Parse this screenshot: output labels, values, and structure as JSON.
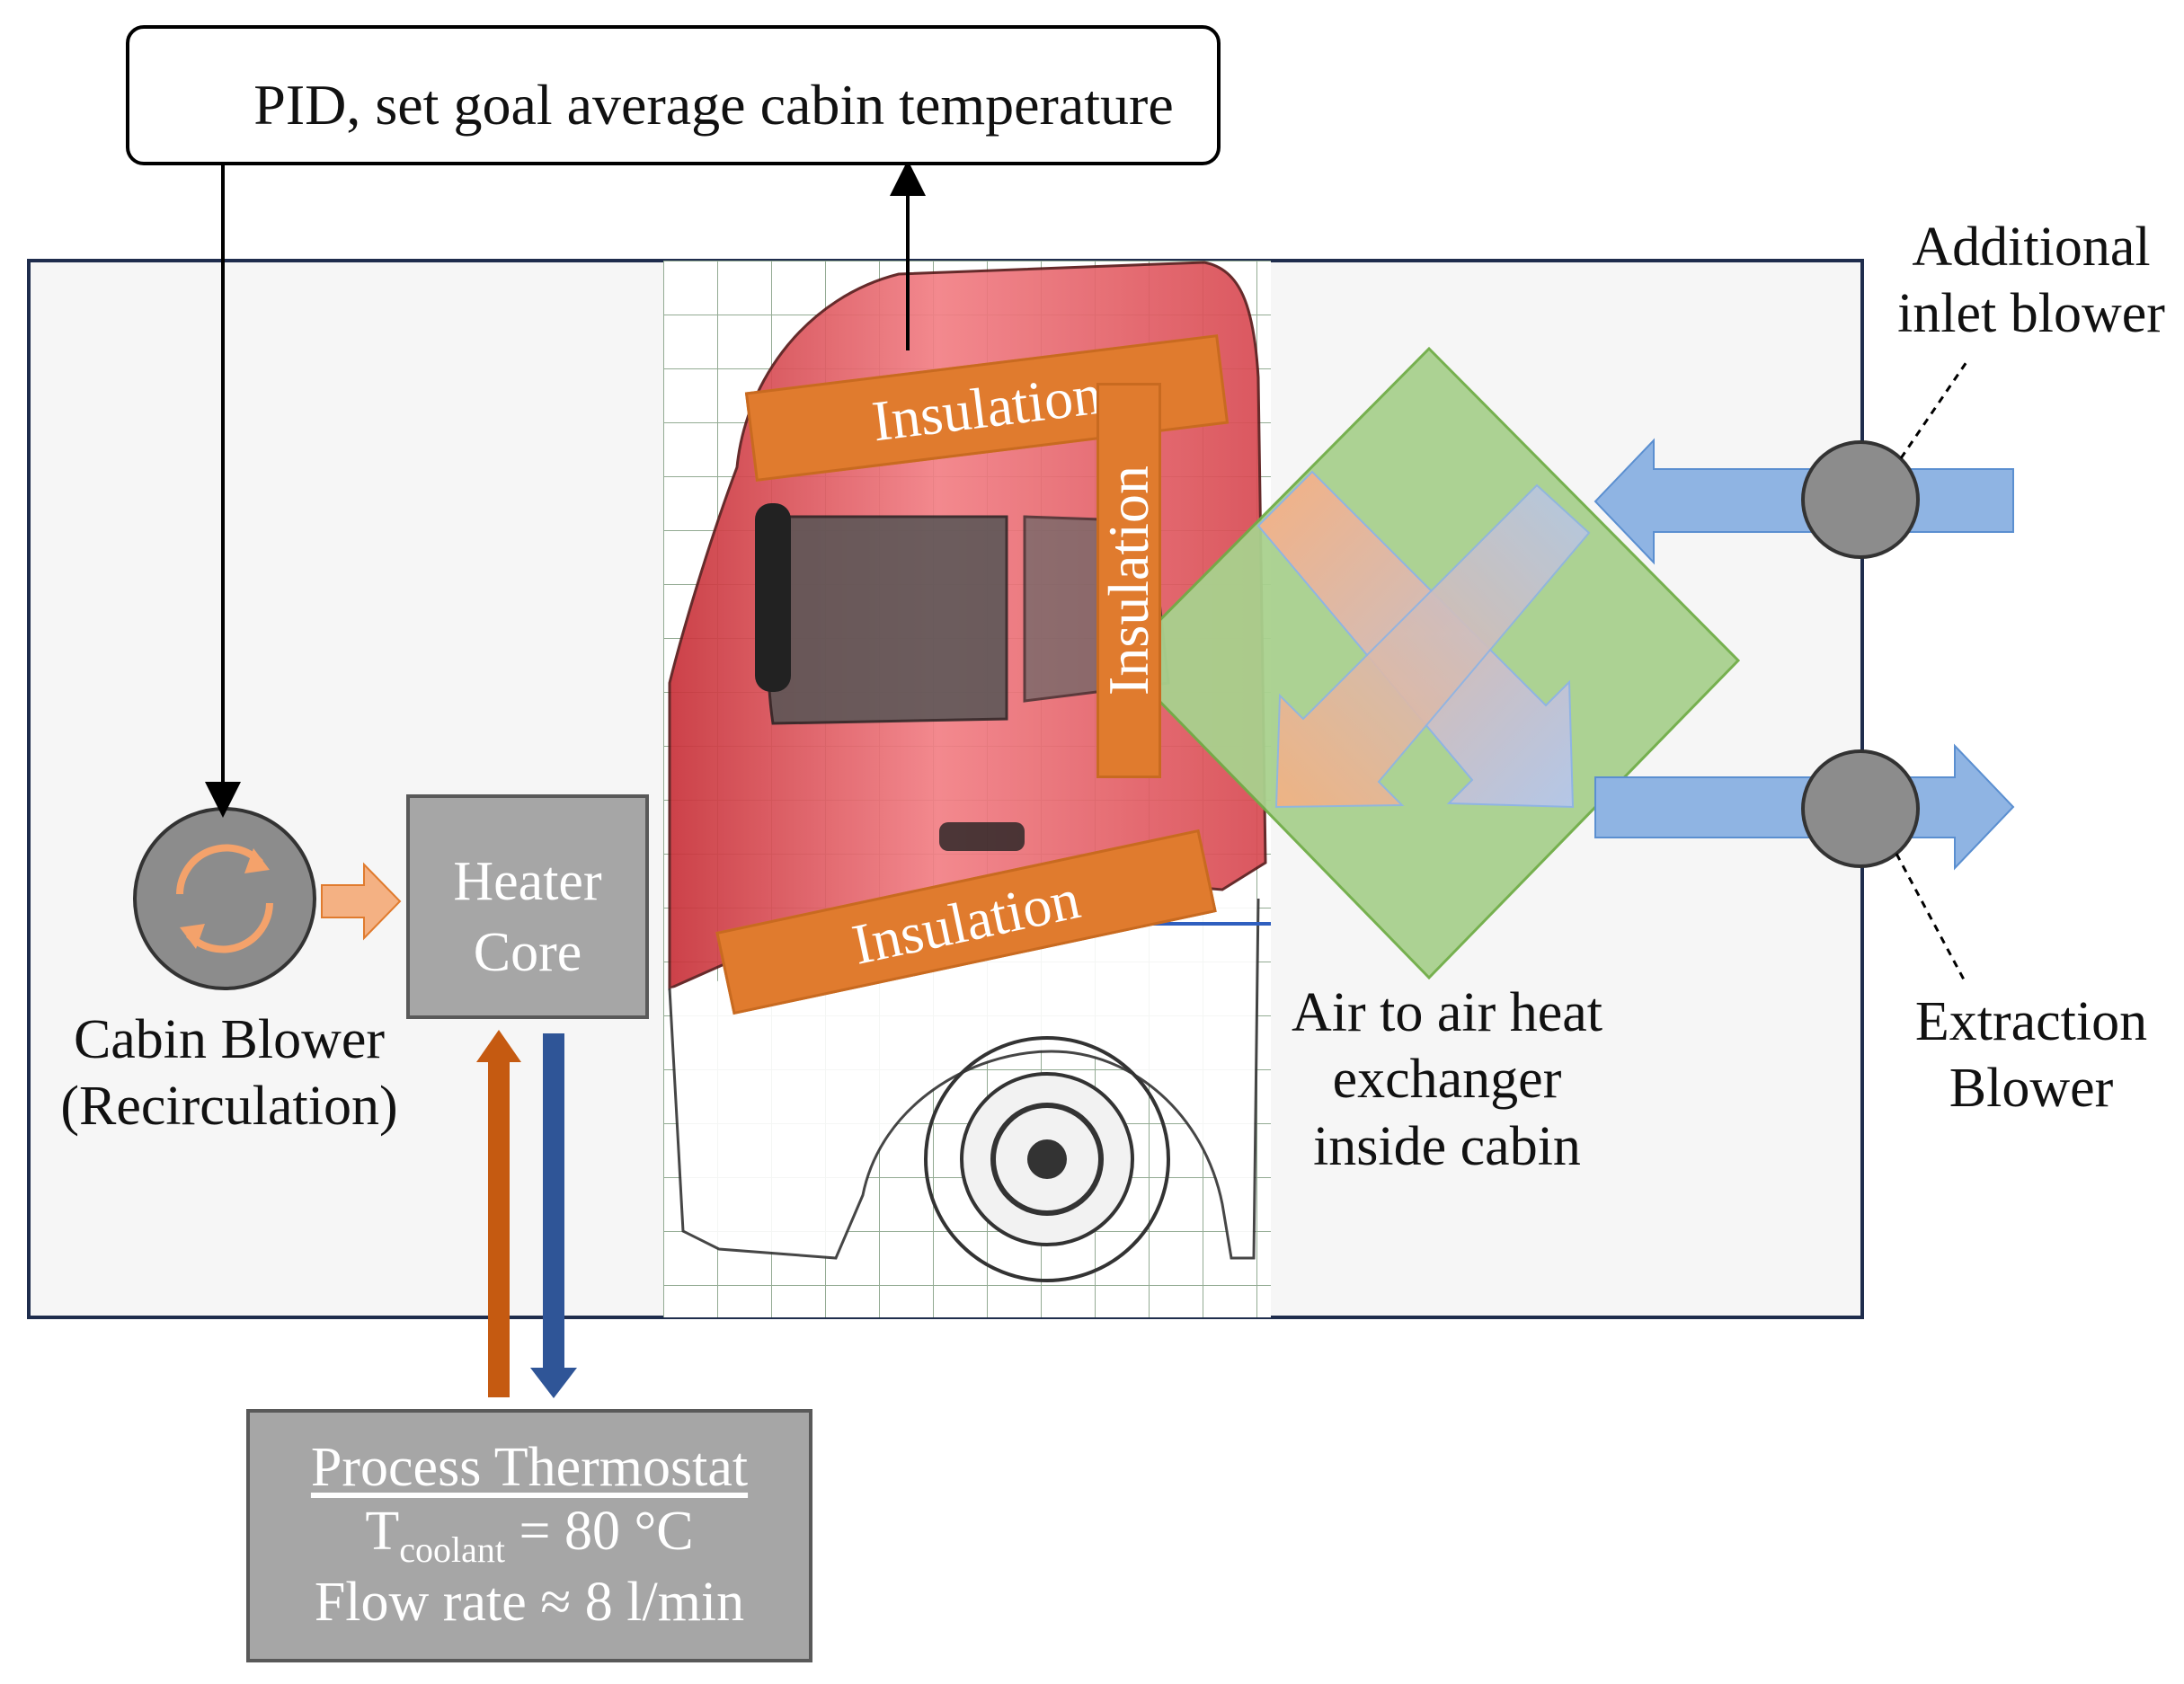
{
  "pid_box": {
    "label": "PID, set goal average cabin temperature"
  },
  "cabin_blower": {
    "line1": "Cabin Blower",
    "line2": "(Recirculation)"
  },
  "heater_core": {
    "line1": "Heater",
    "line2": "Core"
  },
  "insulation": {
    "top": "Insulation",
    "right": "Insulation",
    "bottom": "Insulation"
  },
  "heat_exchanger": {
    "line1": "Air to air heat",
    "line2": "exchanger",
    "line3": "inside cabin"
  },
  "inlet_blower": {
    "line1": "Additional",
    "line2": "inlet blower"
  },
  "extraction_blower": {
    "line1": "Extraction",
    "line2": "Blower"
  },
  "thermostat": {
    "title": "Process Thermostat",
    "temp_symbol": "T",
    "temp_subscript": "coolant",
    "temp_value": " = 80 °C",
    "flow": "Flow rate ≈ 8 l/min"
  },
  "colors": {
    "insulation": "#e07b2e",
    "hot_pipe": "#c55a11",
    "cold_pipe": "#2f5597",
    "air_blue": "#8fb4e3",
    "exchanger_green": "#a9d18e",
    "cab_red": "#f08080",
    "box_gray": "#a6a6a6"
  }
}
